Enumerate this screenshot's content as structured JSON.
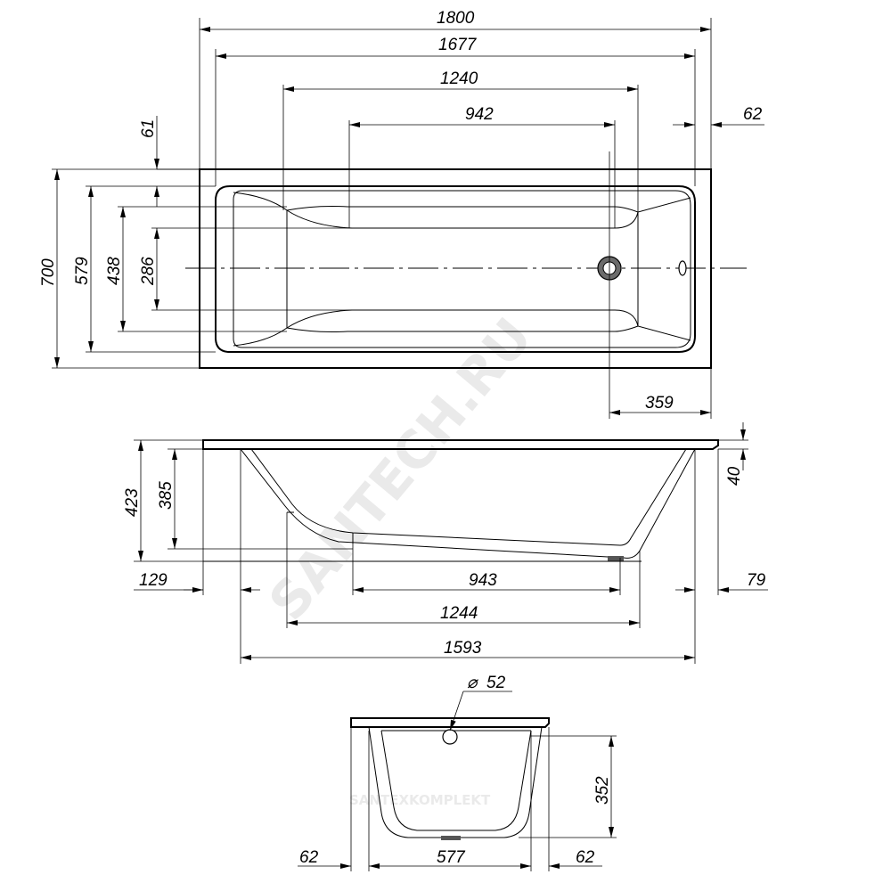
{
  "diagram": {
    "plan_view": {
      "dims": {
        "total_length": "1800",
        "inner_length": "1677",
        "bowl_length": "1240",
        "bottom_length": "942",
        "rim_right": "62",
        "rim_top": "61",
        "total_width": "700",
        "inner_width": "579",
        "bowl_width": "438",
        "bottom_width": "286",
        "drain_offset": "359"
      }
    },
    "side_view": {
      "dims": {
        "total_height": "423",
        "depth": "385",
        "rim_thickness": "40",
        "left_offset": "129",
        "bottom_length": "943",
        "bowl_length": "1244",
        "outer_bottom_length": "1593",
        "right_offset": "79"
      }
    },
    "end_view": {
      "dims": {
        "drain_diameter": "52",
        "inner_depth": "352",
        "left_rim": "62",
        "inner_width": "577",
        "right_rim": "62"
      }
    },
    "watermarks": {
      "main": "SANTECH.RU",
      "secondary": "SANTEXKOMPLEKT"
    }
  }
}
